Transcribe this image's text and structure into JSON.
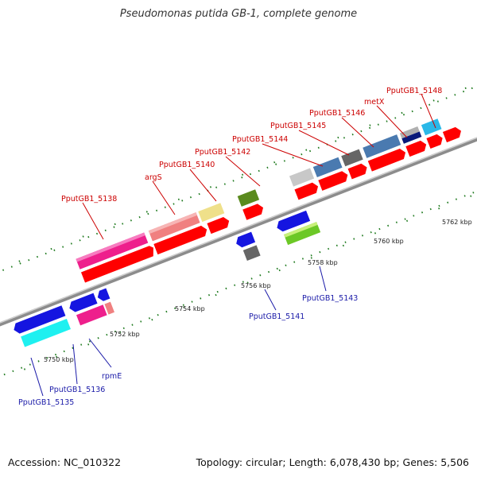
{
  "title": "Pseudomonas putida GB-1, complete genome",
  "accession": "Accession: NC_010322",
  "summary": "Topology: circular; Length: 6,078,430 bp; Genes: 5,506",
  "colors": {
    "backbone": "#8c8c8c",
    "ticks_major": "#1e7a1e",
    "cds": "#ff0000",
    "top_label": "#cc0000",
    "bottom_label": "#1a1aa8"
  },
  "scale_labels": [
    "5750 kbp",
    "5752 kbp",
    "5754 kbp",
    "5756 kbp",
    "5758 kbp",
    "5760 kbp",
    "5762 kbp"
  ],
  "top_genes": [
    "PputGB1_5138",
    "argS",
    "PputGB1_5140",
    "PputGB1_5142",
    "PputGB1_5144",
    "PputGB1_5145",
    "PputGB1_5146",
    "metX",
    "PputGB1_5148"
  ],
  "bottom_genes": [
    "PputGB1_5135",
    "PputGB1_5136",
    "rpmE",
    "PputGB1_5141",
    "PputGB1_5143"
  ]
}
